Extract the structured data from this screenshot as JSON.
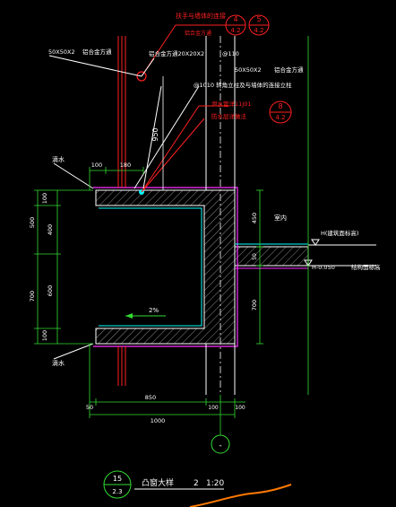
{
  "drawing": {
    "labels": {
      "handrail_wall_joint": "扶手与墙体的连接",
      "handrail_wall_joint_ref": "铝合金方通",
      "detail_4_top": "4",
      "detail_4_bottom": "4.2",
      "detail_5_top": "5",
      "detail_5_bottom": "4.2",
      "section_50x50": "50X50X2",
      "aluminum_tube": "铝合金方通",
      "tube_20x20": "铝合金方通20X20X2",
      "dim_110": "@110",
      "section_50x50_b": "50X50X2",
      "aluminum_tube_b": "铝合金方通",
      "post_wall_joint": "@1010 转角立柱及与墙体的连接立柱",
      "drainage_ref": "泄水管详11J01",
      "waterproof_ref": "防水层详做法",
      "detail_8_top": "8",
      "detail_8_bottom": "4.2",
      "height_950": "950",
      "drip_top": "滴水",
      "drip_bottom": "滴水",
      "indoor": "室内",
      "finish_level": "H(建筑面标高)",
      "structure_level": "H-0.050",
      "structure_level_note": "结构面标高",
      "slope": "2%",
      "title_number_top": "15",
      "title_number_bottom": "2.3",
      "title_text": "凸窗大样",
      "title_suffix": "2",
      "scale": "1:20"
    },
    "dimensions": {
      "top_100": "100",
      "top_180": "180",
      "left_100_top": "100",
      "left_500": "500",
      "left_400": "400",
      "left_700": "700",
      "left_600": "600",
      "left_100_bottom": "100",
      "right_450": "450",
      "right_50": "50",
      "right_700": "700",
      "bottom_50": "50",
      "bottom_850": "850",
      "bottom_100a": "100",
      "bottom_100b": "100",
      "bottom_1000": "1000"
    },
    "axis_label": "-",
    "colors": {
      "background": "#000000",
      "white_lines": "#ffffff",
      "red": "#ff2020",
      "cyan": "#00ffff",
      "magenta": "#ff30ff",
      "green": "#33dd33",
      "orange": "#ff7a00",
      "yellow_hatch": "#c0c000"
    }
  }
}
